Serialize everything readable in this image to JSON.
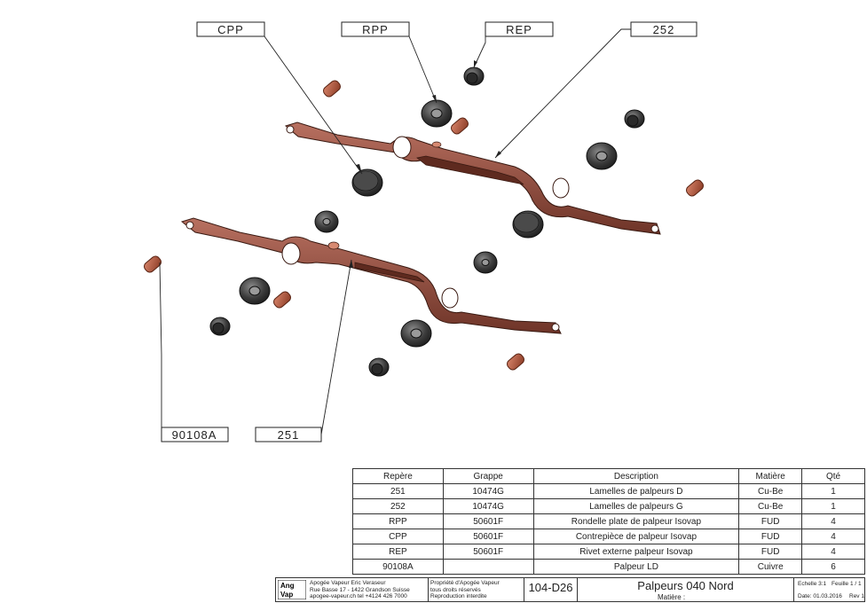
{
  "callouts": [
    {
      "id": "cpp",
      "label": "CPP"
    },
    {
      "id": "rpp",
      "label": "RPP"
    },
    {
      "id": "rep",
      "label": "REP"
    },
    {
      "id": "252",
      "label": "252"
    },
    {
      "id": "90108a",
      "label": "90108A"
    },
    {
      "id": "251",
      "label": "251"
    }
  ],
  "bom": {
    "headers": [
      "Repère",
      "Grappe",
      "Description",
      "Matière",
      "Qté"
    ],
    "rows": [
      [
        "251",
        "10474G",
        "Lamelles de palpeurs D",
        "Cu-Be",
        "1"
      ],
      [
        "252",
        "10474G",
        "Lamelles de palpeurs G",
        "Cu-Be",
        "1"
      ],
      [
        "RPP",
        "50601F",
        "Rondelle plate de palpeur Isovap",
        "FUD",
        "4"
      ],
      [
        "CPP",
        "50601F",
        "Contrepièce de palpeur Isovap",
        "FUD",
        "4"
      ],
      [
        "REP",
        "50601F",
        "Rivet externe palpeur Isovap",
        "FUD",
        "4"
      ],
      [
        "90108A",
        "",
        "Palpeur LD",
        "Cuivre",
        "6"
      ]
    ]
  },
  "title_block": {
    "logo_text": "Ang Vap",
    "address": [
      "Apogée Vapeur Eric Veraseur",
      "Rue Basse 17 - 1422 Grandson Suisse",
      "apogee-vapeur.ch tel +4124 426 7000"
    ],
    "rights": [
      "Propriété d'Apogée Vapeur",
      "tous droits réservés",
      "Reproduction interdite"
    ],
    "drawing_number": "104-D26",
    "title": "Palpeurs 040 Nord",
    "material_label": "Matière :",
    "scale": "Echelle 3:1",
    "sheet": "Feuille 1 / 1",
    "date": "Date: 01.03.2016",
    "revision": "Rev 1"
  },
  "colors": {
    "copper": "#8a4a3a",
    "copper_light": "#b06552",
    "pin": "#b4553a",
    "washer": "#3a3a3a",
    "line": "#222222"
  }
}
